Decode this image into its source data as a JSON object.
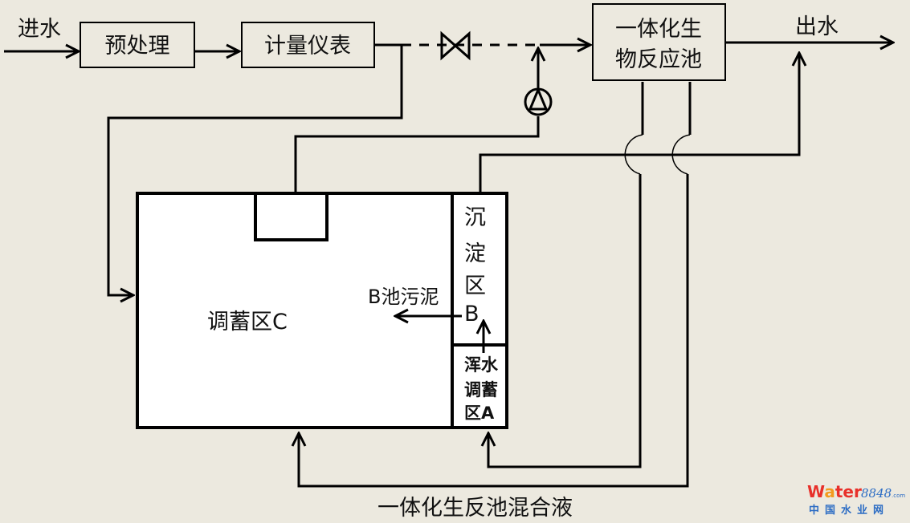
{
  "diagram": {
    "title": "一体化生物反应池工艺流程",
    "labels": {
      "inflow": "进水",
      "outflow": "出水",
      "pretreatment": "预处理",
      "meter": "计量仪表",
      "bioreactor_line1": "一体化生",
      "bioreactor_line2": "物反应池",
      "storage_c": "调蓄区C",
      "sediment_1": "沉",
      "sediment_2": "淀",
      "sediment_3": "区",
      "sediment_4": "B",
      "sludge_b": "B池污泥",
      "muddy_1": "浑水",
      "muddy_2": "调蓄",
      "muddy_3": "区A",
      "mixed_liquor": "一体化生反池混合液"
    },
    "icons": {
      "valve": "gate-valve-icon",
      "pump": "pump-icon"
    },
    "colors": {
      "line": "#000000",
      "background": "#ece9df",
      "tank_fill": "#ffffff",
      "watermark_red": "#e8302a",
      "watermark_orange": "#f39a1e",
      "watermark_blue": "#2b6cc4"
    }
  },
  "watermark": {
    "w": "W",
    "a": "a",
    "t": "t",
    "er": "er",
    "num": "8848",
    "com": ".com",
    "cn": "中国水业网"
  }
}
